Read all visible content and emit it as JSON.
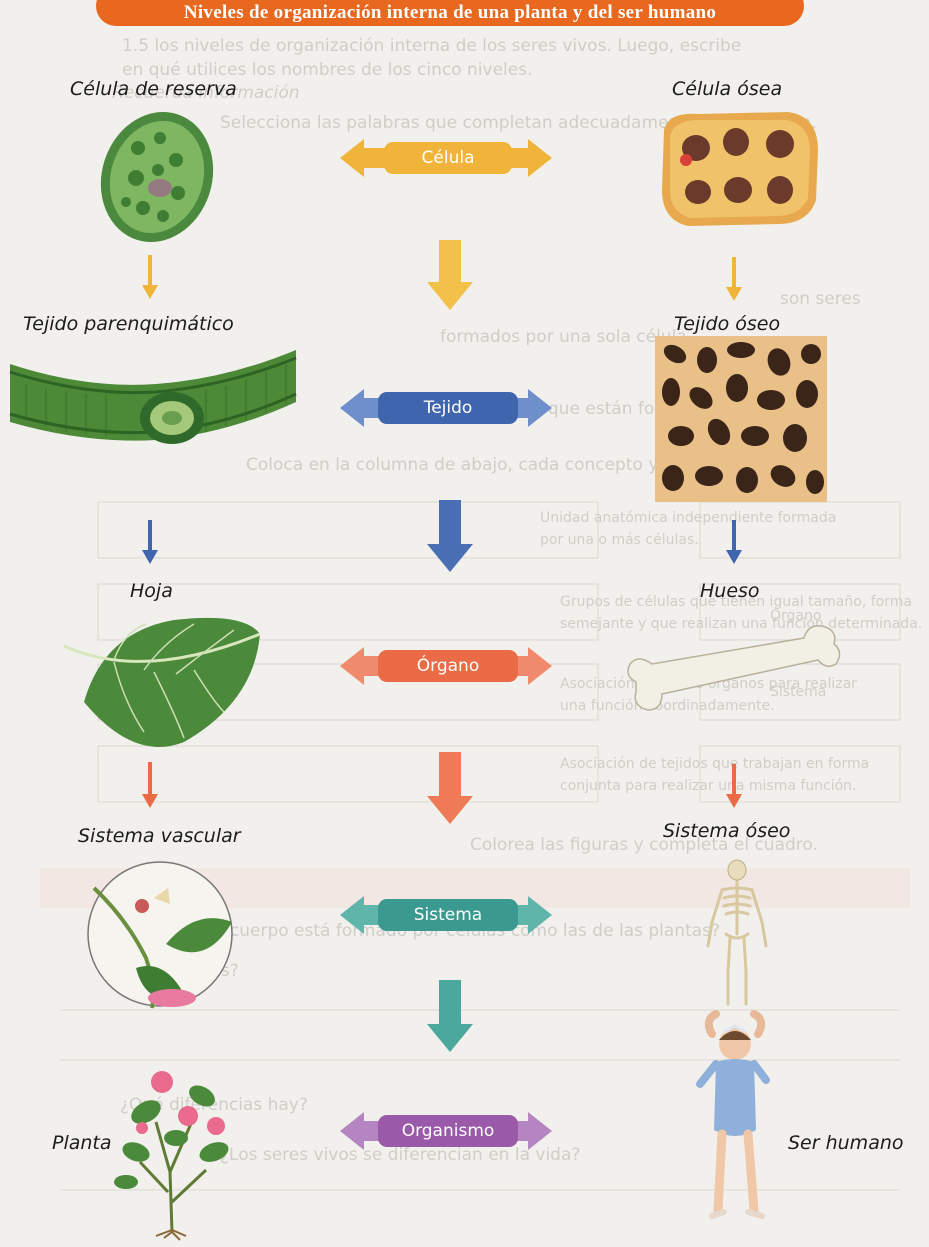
{
  "banner": {
    "title": "Niveles de organización interna de una planta y del ser humano"
  },
  "plant": {
    "labels": [
      "Célula de reserva",
      "Tejido parenquimático",
      "Hoja",
      "Sistema vascular",
      "Planta"
    ]
  },
  "human": {
    "labels": [
      "Célula ósea",
      "Tejido óseo",
      "Hueso",
      "Sistema óseo",
      "Ser humano"
    ]
  },
  "levels": [
    {
      "label": "Célula",
      "color": "#f0b43a"
    },
    {
      "label": "Tejido",
      "color": "#3e65ad"
    },
    {
      "label": "Órgano",
      "color": "#ea6b45"
    },
    {
      "label": "Sistema",
      "color": "#3a9a8f"
    },
    {
      "label": "Organismo",
      "color": "#9a5aa9"
    }
  ],
  "background": {
    "lines": [
      "1.5 los niveles de organización interna de los seres vivos. Luego, escribe",
      "en qué utilices los nombres de los cinco niveles.",
      "Recuerda información",
      "Selecciona las palabras que completan adecuadamente cada oración.",
      "son seres",
      "formados por una sola célula.",
      "porque están formados por",
      "Coloca en la columna de abajo, cada concepto y su definición.",
      "Unidad anatómica independiente formada",
      "por una o más células.",
      "Grupos de células que tienen igual tamaño, forma",
      "semejante y que realizan una función determinada.",
      "Órgano",
      "Asociación de varios órganos para realizar",
      "una función coordinadamente.",
      "Sistema",
      "Asociación de tejidos que trabajan en forma",
      "conjunta para realizar una misma función.",
      "Colorea las figuras y completa el cuadro.",
      "¿El cuerpo está formado por células como las de las plantas?",
      "¿Los animales?",
      "¿Qué diferencias hay?",
      "¿Los seres vivos se diferencian en la vida?"
    ]
  }
}
